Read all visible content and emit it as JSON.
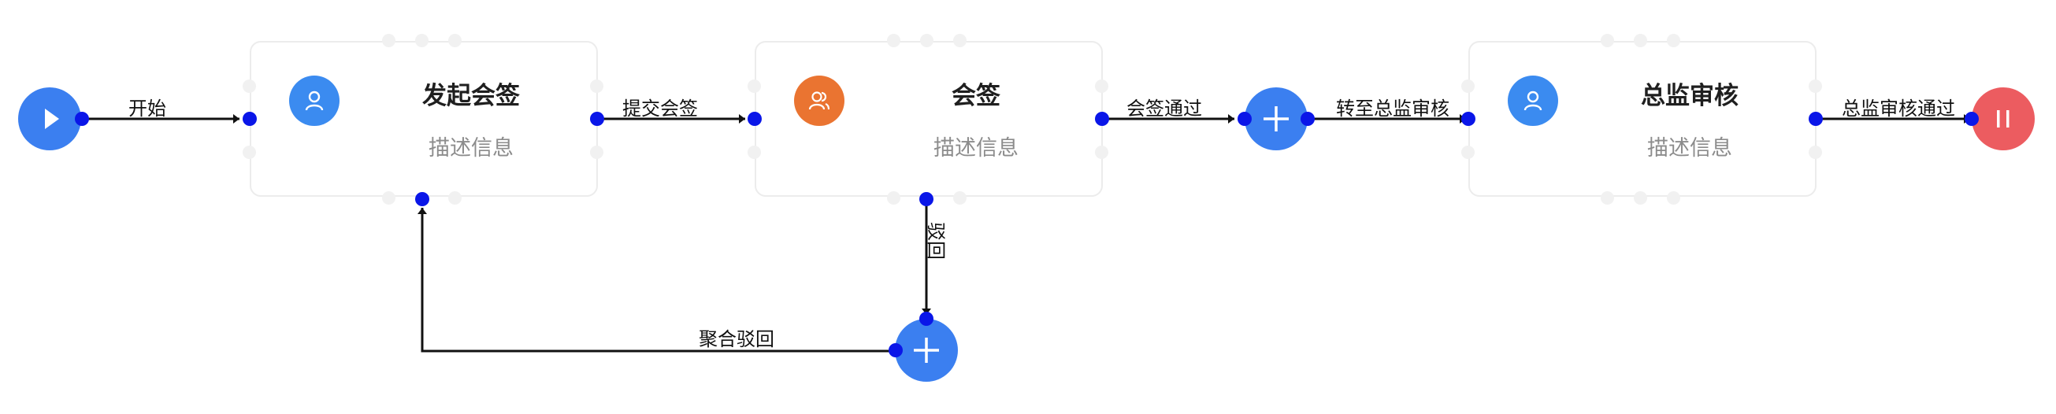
{
  "colors": {
    "accent_blue": "#3b7ff0",
    "avatar_blue": "#3b8bf0",
    "avatar_orange": "#ea7431",
    "end_red": "#ec5c60",
    "port_blue": "#0a16e8",
    "edge": "#111111",
    "card_border": "#ececec"
  },
  "nodes": {
    "start": {
      "icon": "play-icon"
    },
    "initiate": {
      "title": "发起会签",
      "description": "描述信息",
      "icon": "user-icon"
    },
    "countersign": {
      "title": "会签",
      "description": "描述信息",
      "icon": "user-group-icon"
    },
    "gateway_pass": {
      "icon": "plus-icon"
    },
    "director_review": {
      "title": "总监审核",
      "description": "描述信息",
      "icon": "user-icon"
    },
    "gateway_reject": {
      "icon": "plus-icon"
    },
    "end": {
      "icon": "pause-icon"
    }
  },
  "edges": {
    "start_to_initiate": "开始",
    "initiate_to_countersign": "提交会签",
    "countersign_to_gateway": "会签通过",
    "gateway_to_director": "转至总监审核",
    "director_to_end": "总监审核通过",
    "countersign_to_reject": "驳回",
    "reject_to_initiate": "聚合驳回"
  }
}
